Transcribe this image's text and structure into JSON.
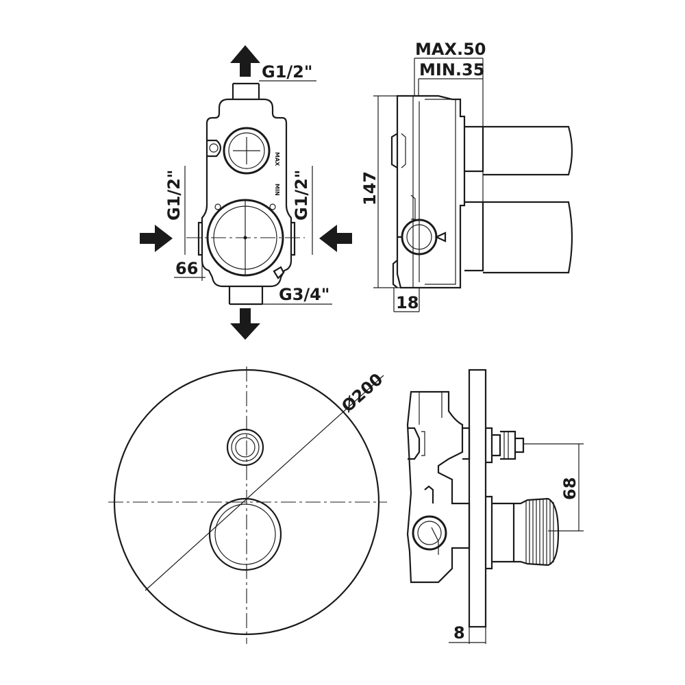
{
  "labels": {
    "top_outlet": "G1/2\"",
    "left_inlet": "G1/2\"",
    "right_inlet": "G1/2\"",
    "width_66": "66",
    "bottom_outlet": "G3/4\"",
    "max_depth": "MAX.50",
    "min_depth": "MIN.35",
    "height_147": "147",
    "depth_18": "18",
    "diameter": "Ø200",
    "spacing_68": "68",
    "plate_8": "8",
    "body_max": "MAX",
    "body_min": "MIN"
  },
  "icons": {
    "arrow_up": "arrow-up-icon",
    "arrow_down": "arrow-down-icon",
    "arrow_right": "arrow-right-icon",
    "arrow_left": "arrow-left-icon"
  },
  "colors": {
    "ink": "#1a1a1a",
    "paper": "#ffffff"
  }
}
